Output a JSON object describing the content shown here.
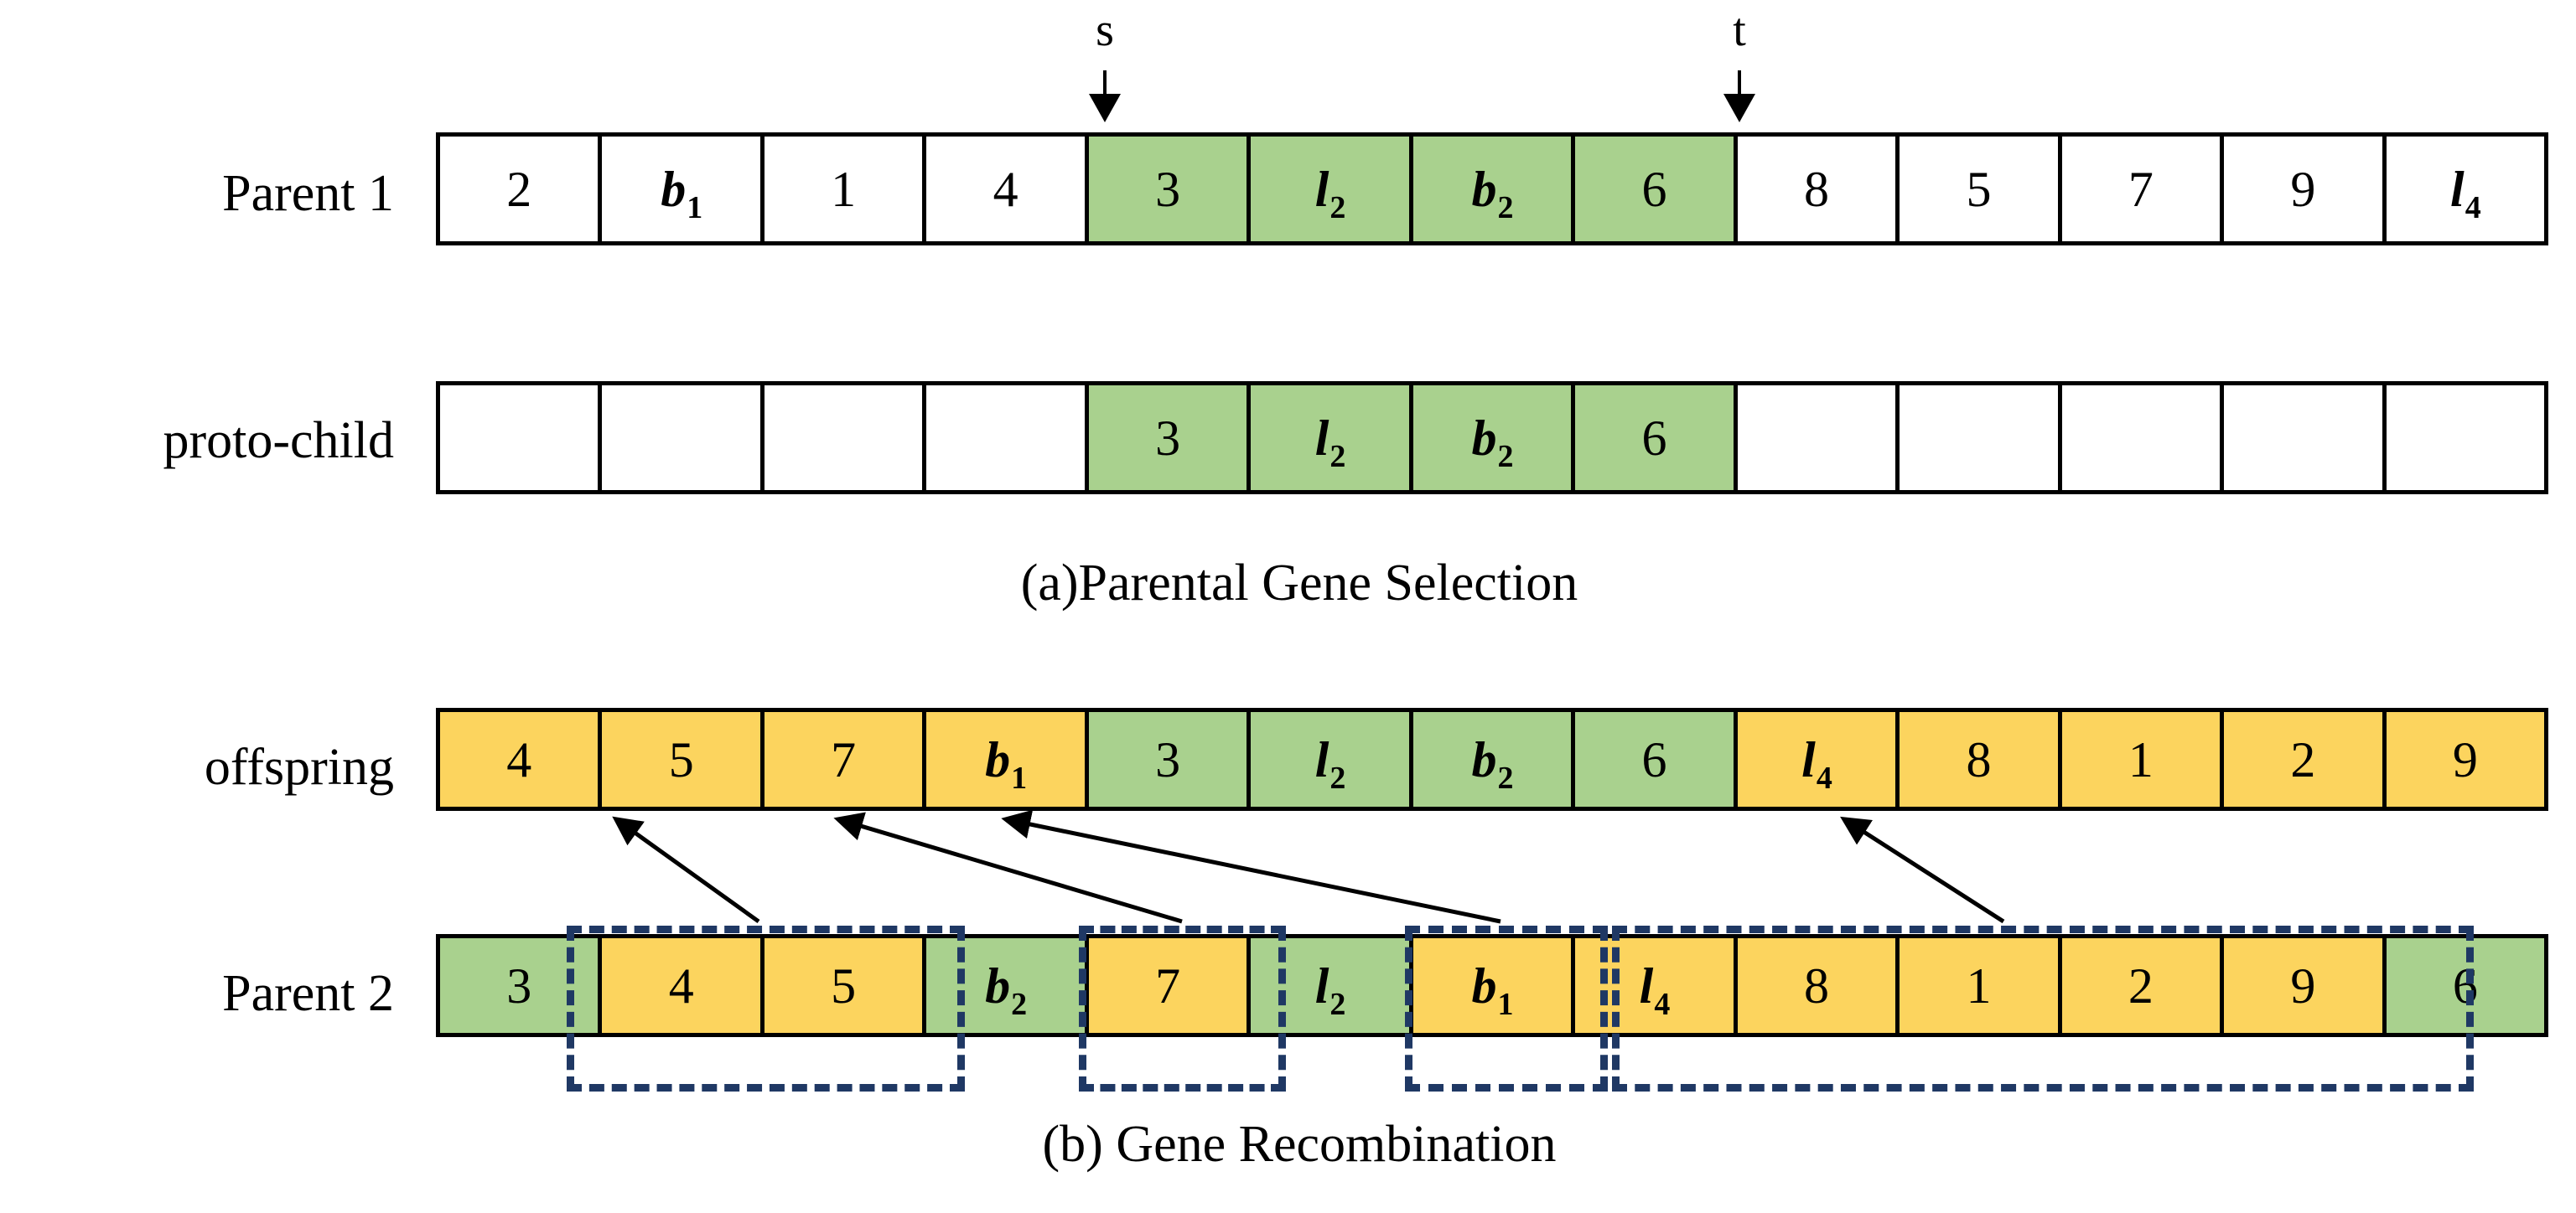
{
  "figure": {
    "markers": [
      {
        "name": "s",
        "label": "s"
      },
      {
        "name": "t",
        "label": "t"
      }
    ],
    "rows": [
      {
        "id": "parent1",
        "label": "Parent 1",
        "cells": [
          {
            "text": "2",
            "sub": "",
            "fill": "white"
          },
          {
            "text": "b",
            "sub": "1",
            "fill": "white"
          },
          {
            "text": "1",
            "sub": "",
            "fill": "white"
          },
          {
            "text": "4",
            "sub": "",
            "fill": "white"
          },
          {
            "text": "3",
            "sub": "",
            "fill": "green"
          },
          {
            "text": "l",
            "sub": "2",
            "fill": "green"
          },
          {
            "text": "b",
            "sub": "2",
            "fill": "green"
          },
          {
            "text": "6",
            "sub": "",
            "fill": "green"
          },
          {
            "text": "8",
            "sub": "",
            "fill": "white"
          },
          {
            "text": "5",
            "sub": "",
            "fill": "white"
          },
          {
            "text": "7",
            "sub": "",
            "fill": "white"
          },
          {
            "text": "9",
            "sub": "",
            "fill": "white"
          },
          {
            "text": "l",
            "sub": "4",
            "fill": "white"
          }
        ]
      },
      {
        "id": "proto-child",
        "label": "proto-child",
        "cells": [
          {
            "text": "",
            "sub": "",
            "fill": "white"
          },
          {
            "text": "",
            "sub": "",
            "fill": "white"
          },
          {
            "text": "",
            "sub": "",
            "fill": "white"
          },
          {
            "text": "",
            "sub": "",
            "fill": "white"
          },
          {
            "text": "3",
            "sub": "",
            "fill": "green"
          },
          {
            "text": "l",
            "sub": "2",
            "fill": "green"
          },
          {
            "text": "b",
            "sub": "2",
            "fill": "green"
          },
          {
            "text": "6",
            "sub": "",
            "fill": "green"
          },
          {
            "text": "",
            "sub": "",
            "fill": "white"
          },
          {
            "text": "",
            "sub": "",
            "fill": "white"
          },
          {
            "text": "",
            "sub": "",
            "fill": "white"
          },
          {
            "text": "",
            "sub": "",
            "fill": "white"
          },
          {
            "text": "",
            "sub": "",
            "fill": "white"
          }
        ]
      },
      {
        "id": "offspring",
        "label": "offspring",
        "cells": [
          {
            "text": "4",
            "sub": "",
            "fill": "yellow"
          },
          {
            "text": "5",
            "sub": "",
            "fill": "yellow"
          },
          {
            "text": "7",
            "sub": "",
            "fill": "yellow"
          },
          {
            "text": "b",
            "sub": "1",
            "fill": "yellow"
          },
          {
            "text": "3",
            "sub": "",
            "fill": "green"
          },
          {
            "text": "l",
            "sub": "2",
            "fill": "green"
          },
          {
            "text": "b",
            "sub": "2",
            "fill": "green"
          },
          {
            "text": "6",
            "sub": "",
            "fill": "green"
          },
          {
            "text": "l",
            "sub": "4",
            "fill": "yellow"
          },
          {
            "text": "8",
            "sub": "",
            "fill": "yellow"
          },
          {
            "text": "1",
            "sub": "",
            "fill": "yellow"
          },
          {
            "text": "2",
            "sub": "",
            "fill": "yellow"
          },
          {
            "text": "9",
            "sub": "",
            "fill": "yellow"
          }
        ]
      },
      {
        "id": "parent2",
        "label": "Parent 2",
        "cells": [
          {
            "text": "3",
            "sub": "",
            "fill": "green"
          },
          {
            "text": "4",
            "sub": "",
            "fill": "yellow"
          },
          {
            "text": "5",
            "sub": "",
            "fill": "yellow"
          },
          {
            "text": "b",
            "sub": "2",
            "fill": "green"
          },
          {
            "text": "7",
            "sub": "",
            "fill": "yellow"
          },
          {
            "text": "l",
            "sub": "2",
            "fill": "green"
          },
          {
            "text": "b",
            "sub": "1",
            "fill": "yellow"
          },
          {
            "text": "l",
            "sub": "4",
            "fill": "yellow"
          },
          {
            "text": "8",
            "sub": "",
            "fill": "yellow"
          },
          {
            "text": "1",
            "sub": "",
            "fill": "yellow"
          },
          {
            "text": "2",
            "sub": "",
            "fill": "yellow"
          },
          {
            "text": "9",
            "sub": "",
            "fill": "yellow"
          },
          {
            "text": "6",
            "sub": "",
            "fill": "green"
          }
        ]
      }
    ],
    "captions": [
      {
        "id": "caption-a",
        "text": "(a)Parental Gene Selection"
      },
      {
        "id": "caption-b",
        "text": "(b) Gene Recombination"
      }
    ],
    "colors": {
      "green": "#a9d18e",
      "yellow": "#fcd45e",
      "dashed_box": "#1f3864",
      "outline": "#000000",
      "background": "#ffffff"
    }
  }
}
